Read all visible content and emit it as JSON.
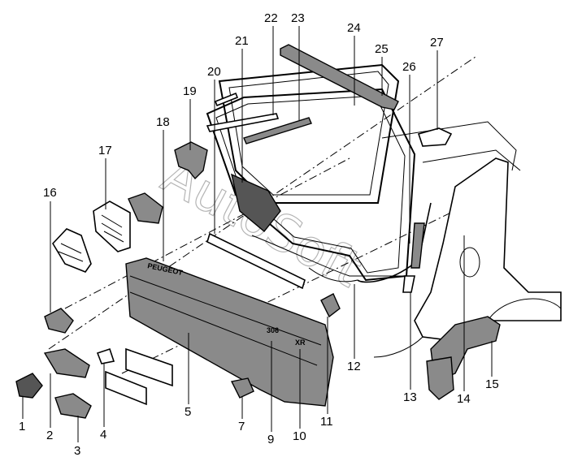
{
  "callouts": [
    {
      "id": "1",
      "label": "1"
    },
    {
      "id": "2",
      "label": "2"
    },
    {
      "id": "3",
      "label": "3"
    },
    {
      "id": "4",
      "label": "4"
    },
    {
      "id": "5",
      "label": "5"
    },
    {
      "id": "7",
      "label": "7"
    },
    {
      "id": "9",
      "label": "9"
    },
    {
      "id": "10",
      "label": "10"
    },
    {
      "id": "11",
      "label": "11"
    },
    {
      "id": "12",
      "label": "12"
    },
    {
      "id": "13",
      "label": "13"
    },
    {
      "id": "14",
      "label": "14"
    },
    {
      "id": "15",
      "label": "15"
    },
    {
      "id": "16",
      "label": "16"
    },
    {
      "id": "17",
      "label": "17"
    },
    {
      "id": "18",
      "label": "18"
    },
    {
      "id": "19",
      "label": "19"
    },
    {
      "id": "20",
      "label": "20"
    },
    {
      "id": "21",
      "label": "21"
    },
    {
      "id": "22",
      "label": "22"
    },
    {
      "id": "23",
      "label": "23"
    },
    {
      "id": "24",
      "label": "24"
    },
    {
      "id": "25",
      "label": "25"
    },
    {
      "id": "26",
      "label": "26"
    },
    {
      "id": "27",
      "label": "27"
    }
  ],
  "badges": {
    "peugeot": "PEUGEOT",
    "model": "306",
    "xr": "XR"
  },
  "watermark": "AutoSoft"
}
